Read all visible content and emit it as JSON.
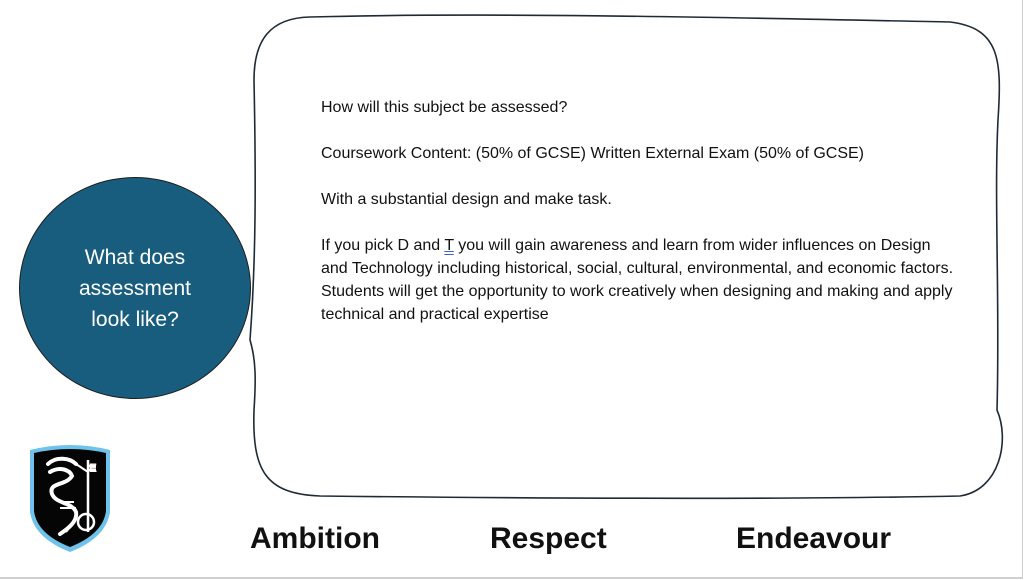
{
  "circle": {
    "text": "What does assessment look like?",
    "color": "#195d7e"
  },
  "content": {
    "heading": "How will this subject be assessed?",
    "line1": "Coursework Content: (50% of GCSE) Written External Exam (50% of GCSE)",
    "line2": "With a substantial design and make task.",
    "para_start": "If you pick D and ",
    "para_t": "T",
    "para_rest": " you  will gain awareness and learn from wider influences on Design and Technology including historical, social, cultural, environmental, and economic factors. Students will get the opportunity to work creatively when designing and making and apply technical and practical expertise"
  },
  "values": [
    "Ambition",
    "Respect",
    "Endeavour"
  ]
}
